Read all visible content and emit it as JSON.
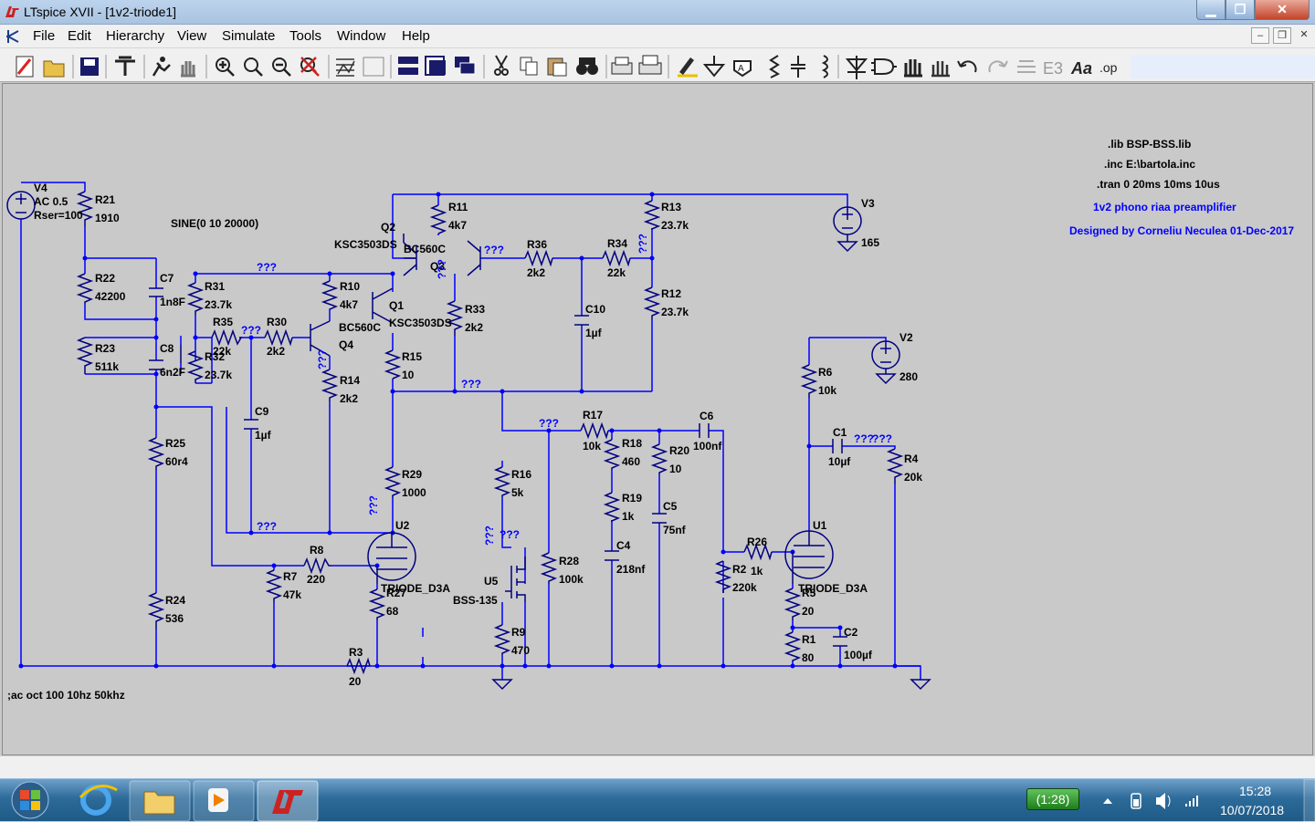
{
  "window": {
    "title": "LTspice XVII - [1v2-triode1]"
  },
  "menu": {
    "items": [
      "File",
      "Edit",
      "Hierarchy",
      "View",
      "Simulate",
      "Tools",
      "Window",
      "Help"
    ]
  },
  "toolbar": {
    "icons": [
      "new-schematic-icon",
      "open-folder-icon",
      "save-icon",
      "control-panel-icon",
      "run-icon",
      "pan-hand-icon",
      "zoom-in-icon",
      "zoom-area-icon",
      "zoom-out-icon",
      "zoom-fit-icon",
      "autoscale-icon",
      "plot-settings-icon",
      "tile-horizontal-icon",
      "tile-vertical-icon",
      "cascade-icon",
      "cut-icon",
      "copy-icon",
      "paste-icon",
      "find-icon",
      "print-icon",
      "print-preview-icon",
      "wire-pencil-icon",
      "ground-icon",
      "label-net-icon",
      "resistor-icon",
      "capacitor-icon",
      "inductor-icon",
      "diode-icon",
      "component-icon",
      "move-hand-icon",
      "drag-hand-icon",
      "undo-icon",
      "redo-icon",
      "rotate-icon",
      "mirror-icon",
      "text-icon",
      "spice-directive-icon"
    ]
  },
  "schematic": {
    "directives": [
      ".lib BSP-BSS.lib",
      ".inc E:\\bartola.inc",
      ".tran 0 20ms 10ms 10us"
    ],
    "comments": [
      "1v2 phono riaa preamplifier",
      "Designed by Corneliu Neculea 01-Dec-2017"
    ],
    "ac_comment": ";ac oct 100 10hz 50khz",
    "sources": [
      {
        "name": "V4",
        "value": "AC 0.5",
        "extra": "Rser=100"
      },
      {
        "name": "V3",
        "value": "165"
      },
      {
        "name": "V2",
        "value": "280"
      }
    ],
    "sine": "SINE(0 10 20000)",
    "resistors": [
      {
        "name": "R21",
        "value": "1910"
      },
      {
        "name": "R22",
        "value": "42200"
      },
      {
        "name": "R23",
        "value": "511k"
      },
      {
        "name": "R25",
        "value": "60r4"
      },
      {
        "name": "R24",
        "value": "536"
      },
      {
        "name": "R31",
        "value": "23.7k"
      },
      {
        "name": "R35",
        "value": "22k"
      },
      {
        "name": "R32",
        "value": "23.7k"
      },
      {
        "name": "R30",
        "value": "2k2"
      },
      {
        "name": "R10",
        "value": "4k7"
      },
      {
        "name": "R14",
        "value": "2k2"
      },
      {
        "name": "R15",
        "value": "10"
      },
      {
        "name": "R29",
        "value": "1000"
      },
      {
        "name": "R8",
        "value": "220"
      },
      {
        "name": "R7",
        "value": "47k"
      },
      {
        "name": "R27",
        "value": "68"
      },
      {
        "name": "R3",
        "value": "20"
      },
      {
        "name": "R11",
        "value": "4k7"
      },
      {
        "name": "R33",
        "value": "2k2"
      },
      {
        "name": "R36",
        "value": "2k2"
      },
      {
        "name": "R34",
        "value": "22k"
      },
      {
        "name": "R13",
        "value": "23.7k"
      },
      {
        "name": "R12",
        "value": "23.7k"
      },
      {
        "name": "R17",
        "value": "10k"
      },
      {
        "name": "R18",
        "value": "460"
      },
      {
        "name": "R19",
        "value": "1k"
      },
      {
        "name": "R20",
        "value": "10"
      },
      {
        "name": "R16",
        "value": "5k"
      },
      {
        "name": "R28",
        "value": "100k"
      },
      {
        "name": "R9",
        "value": "470"
      },
      {
        "name": "R2",
        "value": "220k"
      },
      {
        "name": "R26",
        "value": "1k"
      },
      {
        "name": "R6",
        "value": "10k"
      },
      {
        "name": "R4",
        "value": "20k"
      },
      {
        "name": "R5",
        "value": "20"
      },
      {
        "name": "R1",
        "value": "80"
      }
    ],
    "capacitors": [
      {
        "name": "C7",
        "value": "1n8F"
      },
      {
        "name": "C8",
        "value": "6n2F"
      },
      {
        "name": "C9",
        "value": "1µf"
      },
      {
        "name": "C10",
        "value": "1µf"
      },
      {
        "name": "C6",
        "value": "100nf"
      },
      {
        "name": "C5",
        "value": "75nf"
      },
      {
        "name": "C4",
        "value": "218nf"
      },
      {
        "name": "C1",
        "value": "10µf"
      },
      {
        "name": "C2",
        "value": "100µf"
      }
    ],
    "transistors": [
      {
        "name": "Q2",
        "model": "KSC3503DS"
      },
      {
        "name": "Q3",
        "model": "BC560C"
      },
      {
        "name": "Q1",
        "model": "KSC3503DS"
      },
      {
        "name": "Q4",
        "model": "BC560C"
      },
      {
        "name": "U5",
        "model": "BSS-135"
      }
    ],
    "tubes": [
      {
        "name": "U2",
        "model": "TRIODE_D3A"
      },
      {
        "name": "U1",
        "model": "TRIODE_D3A"
      }
    ],
    "unknown_label": "???"
  },
  "taskbar": {
    "battery": "(1:28)",
    "time": "15:28",
    "date": "10/07/2018"
  },
  "colors": {
    "wire": "#0000ff",
    "component": "#000080",
    "text": "#000000",
    "comment": "#0000ff",
    "canvas": "#c9c9c9"
  }
}
